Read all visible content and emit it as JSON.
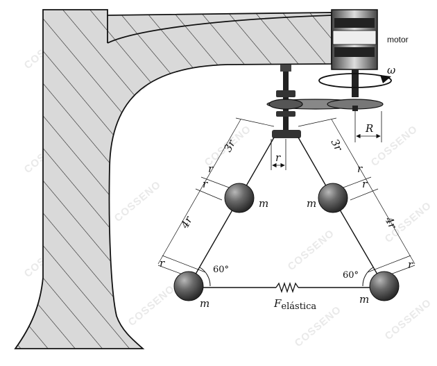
{
  "figure": {
    "motor_label": "motor",
    "omega_label": "ω",
    "big_radius_label": "R",
    "small_radius_label": "r",
    "mass_label": "m",
    "arm_upper_left_label": "3r",
    "arm_upper_right_label": "3r",
    "arm_lower_left_label": "4r",
    "arm_lower_right_label": "4r",
    "dim_r_label": "r",
    "angle_left_label": "60°",
    "angle_right_label": "60°",
    "force_symbol": "F",
    "force_subscript": "elástica"
  },
  "watermark": {
    "text": "COSSENO"
  },
  "colors": {
    "wall_fill": "#d9d9d9",
    "stroke": "#111111",
    "mass_fill": "#555555",
    "watermark": "#d8d8d8"
  }
}
